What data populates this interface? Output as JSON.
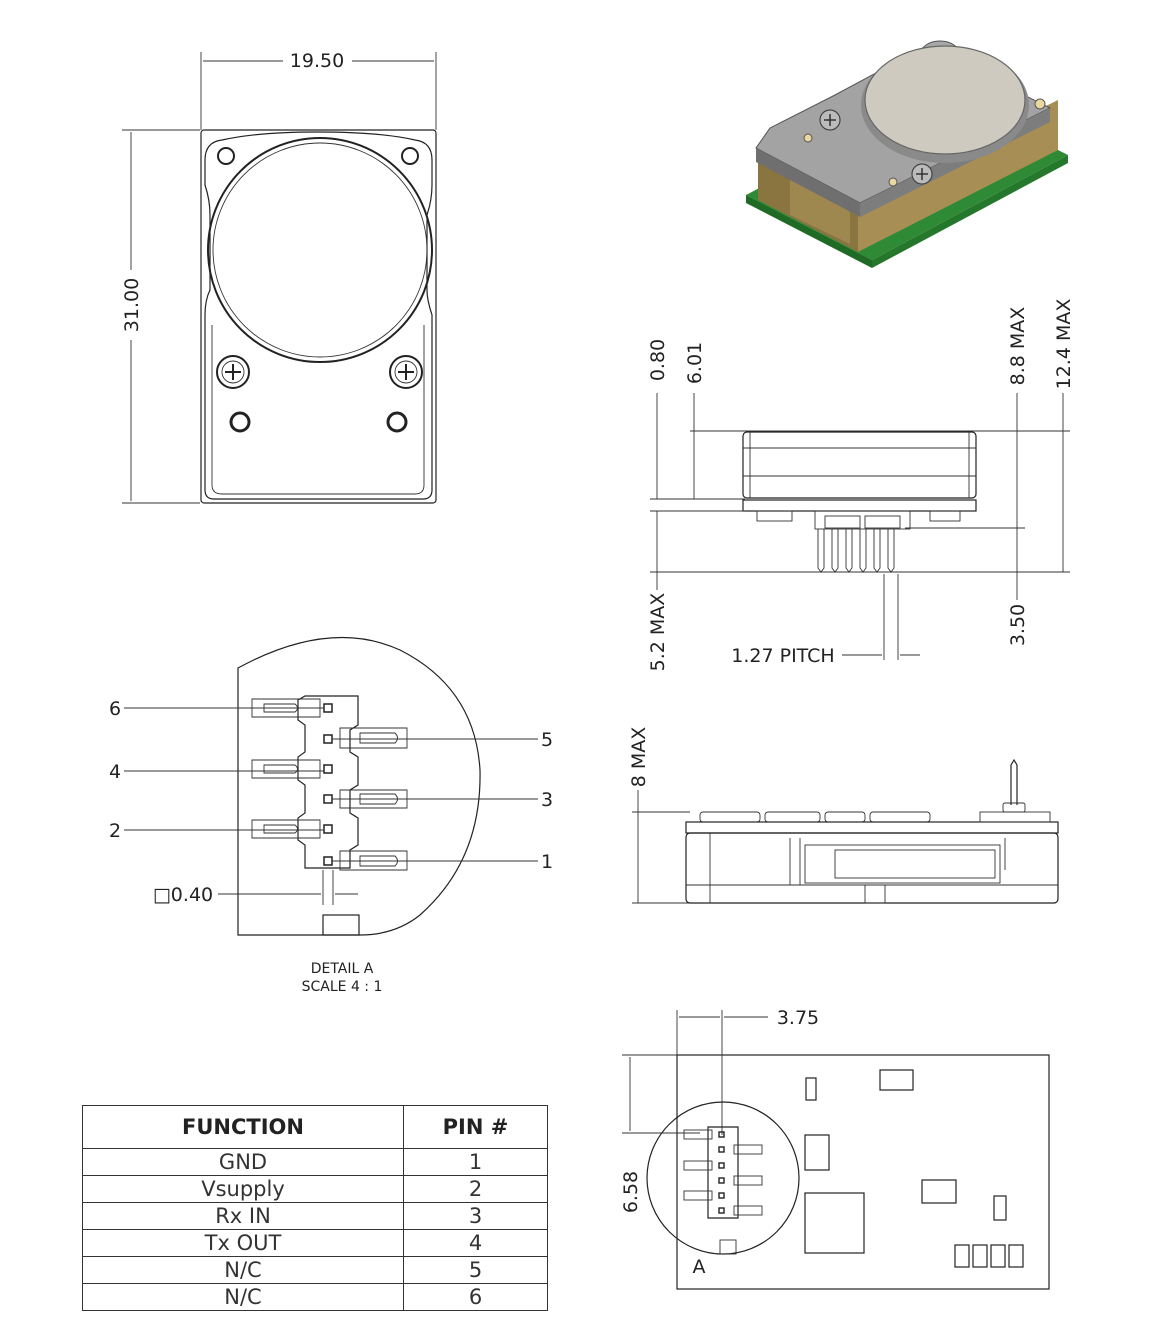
{
  "top_view": {
    "width_label": "19.50",
    "height_label": "31.00"
  },
  "side_view": {
    "dim_080": "0.80",
    "dim_601": "6.01",
    "dim_88": "8.8 MAX",
    "dim_124": "12.4 MAX",
    "dim_52": "5.2 MAX",
    "dim_350": "3.50",
    "pitch": "1.27 PITCH"
  },
  "end_view": {
    "dim_8": "8 MAX"
  },
  "detail_a": {
    "pins_left": [
      "6",
      "4",
      "2"
    ],
    "pins_right": [
      "5",
      "3",
      "1"
    ],
    "pad_size": "□0.40",
    "title_line1": "DETAIL A",
    "title_line2": "SCALE 4 : 1"
  },
  "bottom_view": {
    "dim_375": "3.75",
    "dim_658": "6.58",
    "detail_ref": "A"
  },
  "pin_table": {
    "headers": [
      "FUNCTION",
      "PIN #"
    ],
    "rows": [
      {
        "function": "GND",
        "pin": "1"
      },
      {
        "function": "Vsupply",
        "pin": "2"
      },
      {
        "function": "Rx IN",
        "pin": "3"
      },
      {
        "function": "Tx OUT",
        "pin": "4"
      },
      {
        "function": "N/C",
        "pin": "5"
      },
      {
        "function": "N/C",
        "pin": "6"
      }
    ]
  },
  "colors": {
    "pcb_green": "#2f8a35",
    "gold_body": "#9a8450",
    "shell_gray": "#9a9a9a",
    "membrane": "#cfcac0"
  }
}
